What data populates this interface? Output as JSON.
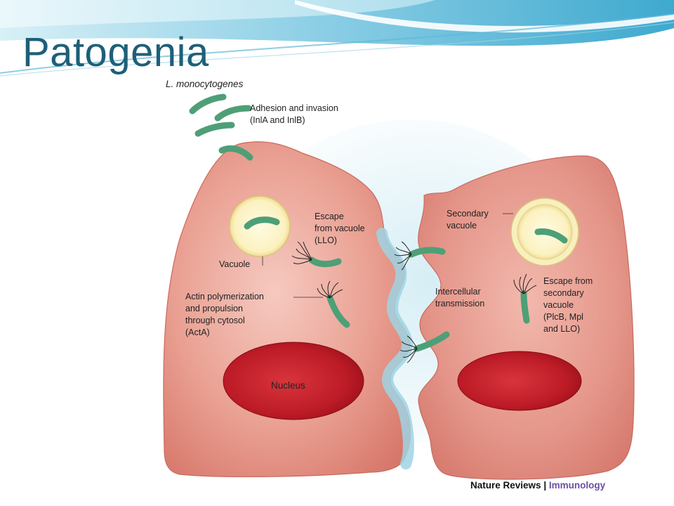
{
  "slide": {
    "title": "Patogenia"
  },
  "figure": {
    "organism_label": "L. monocytogenes",
    "steps": {
      "adhesion": [
        "Adhesion and invasion",
        "(InlA and InlB)"
      ],
      "escape": [
        "Escape",
        "from vacuole",
        "(LLO)"
      ],
      "vacuole": "Vacuole",
      "actin": [
        "Actin polymerization",
        "and propulsion",
        "through cytosol",
        "(ActA)"
      ],
      "nucleus": "Nucleus",
      "intercellular": [
        "Intercellular",
        "transmission"
      ],
      "secondary_vacuole": [
        "Secondary",
        "vacuole"
      ],
      "secondary_escape": [
        "Escape from",
        "secondary",
        "vacuole",
        "(PlcB, Mpl",
        "and LLO)"
      ]
    },
    "credit": {
      "source": "Nature Reviews",
      "separator": "|",
      "journal": "Immunology"
    },
    "colors": {
      "cell": "#e38a7e",
      "nucleus": "#c21e2a",
      "bacteria": "#5fb58a",
      "vacuole": "#f8f0c4",
      "channel": "#a9d8e6",
      "banner": "#5fb8d6",
      "title": "#1e5f78"
    }
  }
}
